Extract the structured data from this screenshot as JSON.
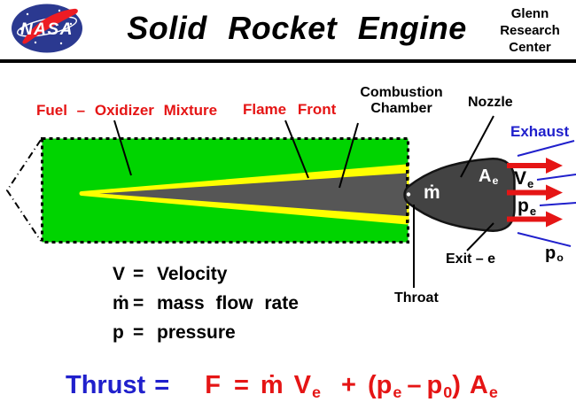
{
  "header": {
    "logo_text": "NASA",
    "title": "Solid Rocket Engine",
    "org_line1": "Glenn",
    "org_line2": "Research",
    "org_line3": "Center"
  },
  "diagram": {
    "labels": {
      "fuel": "Fuel – Oxidizer Mixture",
      "flame": "Flame Front",
      "combustion_line1": "Combustion",
      "combustion_line2": "Chamber",
      "nozzle": "Nozzle",
      "exhaust": "Exhaust",
      "throat": "Throat",
      "exit": "Exit – e",
      "mass_flow": "ṁ",
      "exit_area": {
        "base": "A",
        "sub": "e"
      },
      "exit_velocity": {
        "base": "V",
        "sub": "e"
      },
      "exit_pressure": {
        "base": "p",
        "sub": "e"
      },
      "ambient_pressure": {
        "base": "p",
        "sub": "o"
      }
    }
  },
  "legend": {
    "rows": [
      {
        "symbol": "V",
        "eq": "=",
        "definition": "Velocity"
      },
      {
        "symbol": "ṁ",
        "eq": "=",
        "definition": "mass flow rate"
      },
      {
        "symbol": "p",
        "eq": "=",
        "definition": "pressure"
      }
    ]
  },
  "equation": {
    "lhs": "Thrust =",
    "f": "F",
    "eq": "=",
    "mdot": "ṁ",
    "v": {
      "base": "V",
      "sub": "e"
    },
    "plus": "+",
    "open": "(",
    "pe": {
      "base": "p",
      "sub": "e"
    },
    "minus": "–",
    "p0": {
      "base": "p",
      "sub": "0"
    },
    "close": ")",
    "a": {
      "base": "A",
      "sub": "e"
    }
  },
  "colors": {
    "green": "#00d400",
    "yellow": "#ffff00",
    "propellant_gray": "#565656",
    "nozzle_gray": "#434343",
    "red": "#e51515",
    "blue": "#2020cc",
    "black": "#000000",
    "logo_blue": "#2b3990",
    "logo_red": "#ed1c24",
    "white": "#ffffff"
  }
}
